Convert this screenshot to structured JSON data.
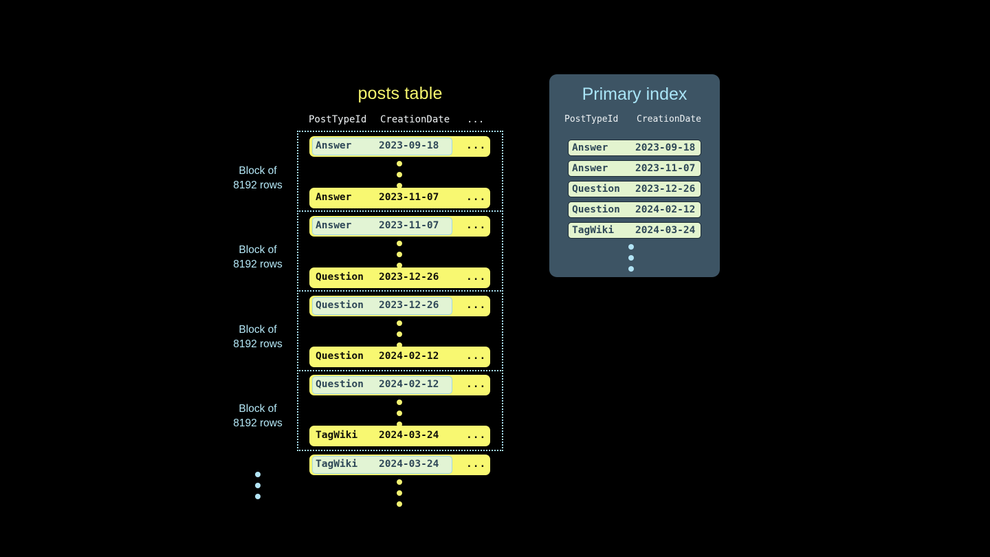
{
  "posts_table": {
    "title": "posts table",
    "columns": [
      "PostTypeId",
      "CreationDate",
      "..."
    ],
    "blocks": [
      {
        "label_line1": "Block of",
        "label_line2": "8192 rows",
        "first_row": {
          "type": "Answer",
          "date": "2023-09-18",
          "ellipsis": "...",
          "highlighted": true
        },
        "last_row": {
          "type": "Answer",
          "date": "2023-11-07",
          "ellipsis": "...",
          "highlighted": false
        }
      },
      {
        "label_line1": "Block of",
        "label_line2": "8192 rows",
        "first_row": {
          "type": "Answer",
          "date": "2023-11-07",
          "ellipsis": "...",
          "highlighted": true
        },
        "last_row": {
          "type": "Question",
          "date": "2023-12-26",
          "ellipsis": "...",
          "highlighted": false
        }
      },
      {
        "label_line1": "Block of",
        "label_line2": "8192 rows",
        "first_row": {
          "type": "Question",
          "date": "2023-12-26",
          "ellipsis": "...",
          "highlighted": true
        },
        "last_row": {
          "type": "Question",
          "date": "2024-02-12",
          "ellipsis": "...",
          "highlighted": false
        }
      },
      {
        "label_line1": "Block of",
        "label_line2": "8192 rows",
        "first_row": {
          "type": "Question",
          "date": "2024-02-12",
          "ellipsis": "...",
          "highlighted": true
        },
        "last_row": {
          "type": "TagWiki",
          "date": "2024-03-24",
          "ellipsis": "...",
          "highlighted": false
        }
      }
    ],
    "trailing_row": {
      "type": "TagWiki",
      "date": "2024-03-24",
      "ellipsis": "...",
      "highlighted": true
    }
  },
  "primary_index": {
    "title": "Primary index",
    "columns": [
      "PostTypeId",
      "CreationDate"
    ],
    "rows": [
      {
        "type": "Answer",
        "date": "2023-09-18"
      },
      {
        "type": "Answer",
        "date": "2023-11-07"
      },
      {
        "type": "Question",
        "date": "2023-12-26"
      },
      {
        "type": "Question",
        "date": "2024-02-12"
      },
      {
        "type": "TagWiki",
        "date": "2024-03-24"
      }
    ]
  },
  "colors": {
    "background": "#000000",
    "row_yellow": "#f8f871",
    "highlight_green": "#e2f4d4",
    "highlight_border": "#9fd7e8",
    "panel_slate": "#3d5464",
    "accent_blue": "#a9e4f6",
    "title_yellow": "#f5f56e",
    "index_row_green": "#e3f4cf",
    "index_text": "#2f4858"
  }
}
